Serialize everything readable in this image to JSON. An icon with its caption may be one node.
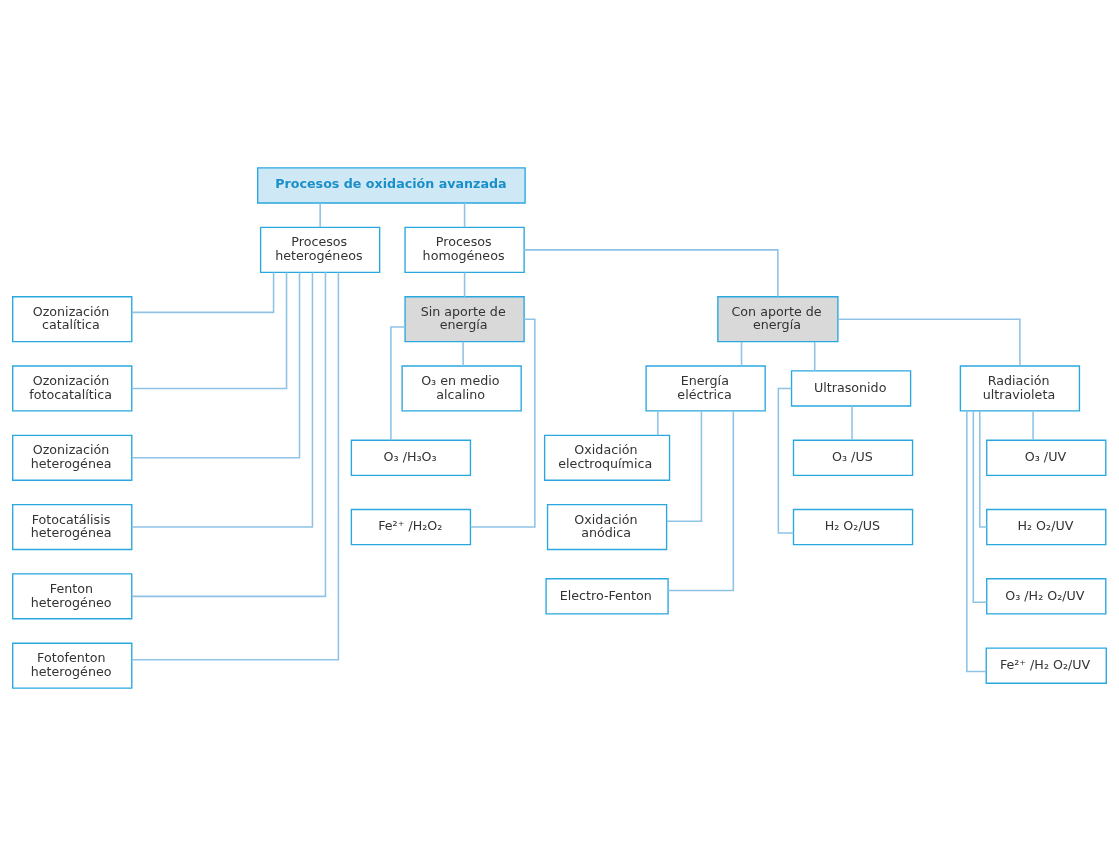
{
  "diagram": {
    "nodes": [
      {
        "text": [
          "Procesos de oxidación avanzada"
        ]
      },
      {
        "text": [
          "Procesos heterogéneos"
        ]
      },
      {
        "text": [
          "Procesos homogéneos"
        ]
      },
      {
        "text": [
          "Ozonización catalítica"
        ]
      },
      {
        "text": [
          "Ozonización fotocatalítica"
        ]
      },
      {
        "text": [
          "Ozonización heterogénea"
        ]
      },
      {
        "text": [
          "Fotocatálisis heterogénea"
        ]
      },
      {
        "text": [
          "Fenton heterogéneo"
        ]
      },
      {
        "text": [
          "Fotofenton heterogéneo"
        ]
      },
      {
        "text": [
          "Sin aporte de energía"
        ]
      },
      {
        "text": [
          "Con aporte de energía"
        ]
      },
      {
        "text": [
          "O₃ en medio alcalino"
        ]
      },
      {
        "text": [
          "O₃ /H₃O₃"
        ]
      },
      {
        "text": [
          "Fe²⁺ /H₂O₂"
        ]
      },
      {
        "text": [
          "Energía eléctrica"
        ]
      },
      {
        "text": [
          "Ultrasonido"
        ]
      },
      {
        "text": [
          "Radiación ultravioleta"
        ]
      },
      {
        "text": [
          "Oxidación electroquímica"
        ]
      },
      {
        "text": [
          "Oxidación anódica"
        ]
      },
      {
        "text": [
          "Electro-Fenton"
        ]
      },
      {
        "text": [
          "O₃ /US"
        ]
      },
      {
        "text": [
          "H₂ O₂/US"
        ]
      },
      {
        "text": [
          "O₃ /UV"
        ]
      },
      {
        "text": [
          "H₂ O₂/UV"
        ]
      },
      {
        "text": [
          "O₃ /H₂ O₂/UV"
        ]
      },
      {
        "text": [
          "Fe²⁺ /H₂ O₂/UV"
        ]
      }
    ],
    "edges": [
      {
        "from": 0,
        "to": 1,
        "arrow": "none"
      },
      {
        "from": 0,
        "to": 2,
        "arrow": "none"
      },
      {
        "from": 1,
        "to": 3,
        "arrow": "none"
      },
      {
        "from": 1,
        "to": 4,
        "arrow": "none"
      },
      {
        "from": 1,
        "to": 5,
        "arrow": "none"
      },
      {
        "from": 1,
        "to": 6,
        "arrow": "none"
      },
      {
        "from": 1,
        "to": 7,
        "arrow": "none"
      },
      {
        "from": 1,
        "to": 8,
        "arrow": "none"
      },
      {
        "from": 2,
        "to": 9,
        "arrow": "none"
      },
      {
        "from": 2,
        "to": 10,
        "arrow": "none"
      },
      {
        "from": 9,
        "to": 11,
        "arrow": "none"
      },
      {
        "from": 9,
        "to": 12,
        "arrow": "none"
      },
      {
        "from": 9,
        "to": 13,
        "arrow": "none"
      },
      {
        "from": 10,
        "to": 14,
        "arrow": "none"
      },
      {
        "from": 10,
        "to": 15,
        "arrow": "none"
      },
      {
        "from": 10,
        "to": 16,
        "arrow": "none"
      },
      {
        "from": 14,
        "to": 17,
        "arrow": "none"
      },
      {
        "from": 14,
        "to": 18,
        "arrow": "none"
      },
      {
        "from": 14,
        "to": 19,
        "arrow": "none"
      },
      {
        "from": 15,
        "to": 20,
        "arrow": "none"
      },
      {
        "from": 15,
        "to": 21,
        "arrow": "none"
      },
      {
        "from": 16,
        "to": 22,
        "arrow": "none"
      },
      {
        "from": 16,
        "to": 23,
        "arrow": "none"
      },
      {
        "from": 16,
        "to": 24,
        "arrow": "none"
      },
      {
        "from": 16,
        "to": 25,
        "arrow": "none"
      }
    ]
  }
}
